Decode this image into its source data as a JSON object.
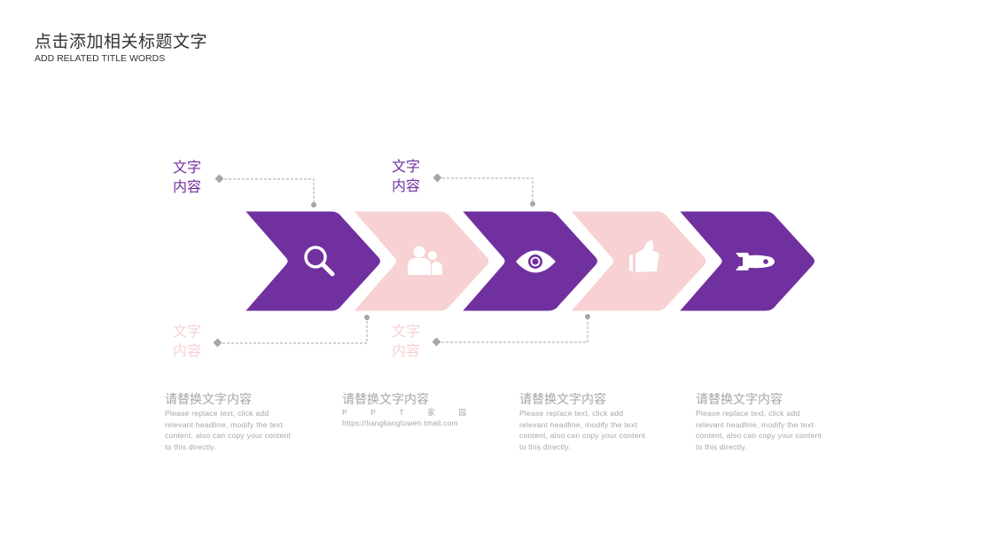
{
  "header": {
    "title": "点击添加相关标题文字",
    "subtitle": "ADD RELATED TITLE WORDS"
  },
  "colors": {
    "purple": "#7030a0",
    "pink": "#f7d1d3",
    "connector": "#a6a6a6",
    "body_text": "#a6a6a6"
  },
  "steps": [
    {
      "icon": "search-icon",
      "color": "purple"
    },
    {
      "icon": "users-icon",
      "color": "pink"
    },
    {
      "icon": "eye-icon",
      "color": "purple"
    },
    {
      "icon": "thumbs-up-icon",
      "color": "pink"
    },
    {
      "icon": "rocket-icon",
      "color": "purple"
    }
  ],
  "labels": {
    "top_1": {
      "line1": "文字",
      "line2": "内容"
    },
    "top_2": {
      "line1": "文字",
      "line2": "内容"
    },
    "bottom_1": {
      "line1": "文字",
      "line2": "内容"
    },
    "bottom_2": {
      "line1": "文字",
      "line2": "内容"
    }
  },
  "blocks": [
    {
      "heading": "请替换文字内容",
      "body": "Please replace text, click add relevant headline, modify the text content, also can copy your content to this directly."
    },
    {
      "heading": "请替换文字内容",
      "spaced": [
        "P",
        "P",
        "T",
        "家",
        "园"
      ],
      "body": "https://liangliangtuwen.tmall.com"
    },
    {
      "heading": "请替换文字内容",
      "body": "Please replace text, click add relevant headline, modify the text content, also can copy your content to this directly."
    },
    {
      "heading": "请替换文字内容",
      "body": "Please replace text, click add relevant headline, modify the text content, also can copy your content to this directly."
    }
  ]
}
